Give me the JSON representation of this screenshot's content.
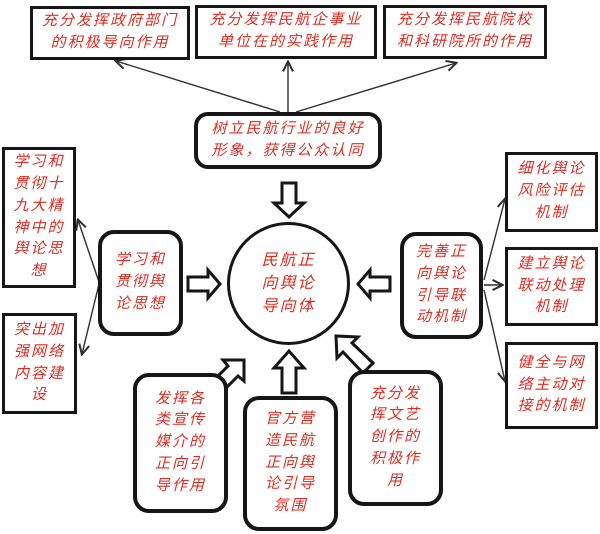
{
  "colors": {
    "text_red": "#dd2c22",
    "border_black": "#161616",
    "thin_arrow": "#2f2f2f",
    "background": "#ffffff"
  },
  "top_row": {
    "gov": {
      "label": "充分发挥政府部门\n的积极导向作用"
    },
    "enterprise": {
      "label": "充分发挥民航企事业\n单位在的实践作用"
    },
    "college": {
      "label": "充分发挥民航院校\n和科研院所的作用"
    }
  },
  "goal": {
    "label": "树立民航行业的良好\n形象，获得公众认同"
  },
  "core": {
    "label": "民航正\n向舆论\n导向体"
  },
  "left": {
    "study_thought": {
      "label": "学习和\n贯彻舆\n论思想"
    },
    "spirit_19": {
      "label": "学习和\n贯彻十\n九大精\n神中的\n舆论思\n想"
    },
    "network_content": {
      "label": "突出加\n强网络\n内容建\n设"
    }
  },
  "right": {
    "mechanism": {
      "label": "完善正\n向舆论\n引导联\n动机制"
    },
    "risk_assess": {
      "label": "细化舆论\n风险评估\n机制"
    },
    "joint_handle": {
      "label": "建立舆论\n联动处理\n机制"
    },
    "network_connect": {
      "label": "健全与网\n络主动对\n接的机制"
    }
  },
  "bottom": {
    "media": {
      "label": "发挥各\n类宣传\n媒介的\n正向引\n导作用"
    },
    "official": {
      "label": "官方营\n造民航\n正向舆\n论引导\n氛围"
    },
    "art": {
      "label": "充分发\n挥文艺\n创作的\n积极作\n用"
    }
  }
}
